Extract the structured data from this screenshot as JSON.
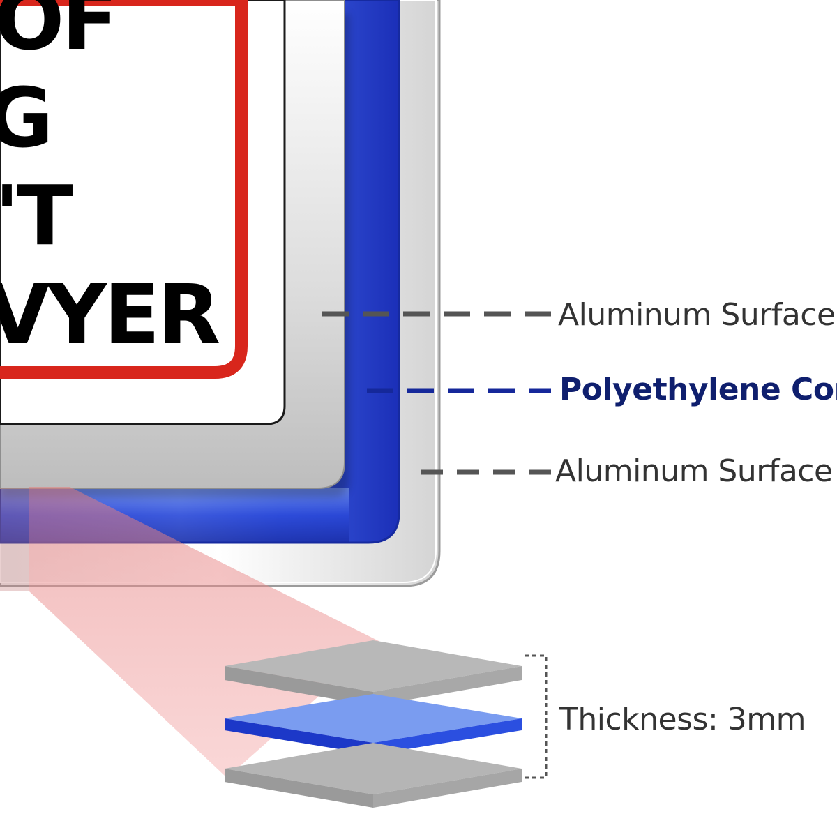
{
  "sign": {
    "lines": [
      "OF",
      "G",
      "'T",
      "VYER"
    ]
  },
  "callouts": {
    "top": {
      "label": "Aluminum Surface",
      "color": "#333333",
      "dash_color": "#555555"
    },
    "middle": {
      "label": "Polyethylene Core",
      "color": "#0f1f6e",
      "dash_color": "#15289a"
    },
    "bottom": {
      "label": "Aluminum Surface",
      "color": "#333333",
      "dash_color": "#555555"
    }
  },
  "thickness": {
    "label": "Thickness: 3mm",
    "color": "#333333"
  },
  "colors": {
    "red_border": "#d8261c",
    "blue_core": "#2a48d8",
    "aluminum": "#a9a9a9",
    "projection": "#f29b9b"
  }
}
